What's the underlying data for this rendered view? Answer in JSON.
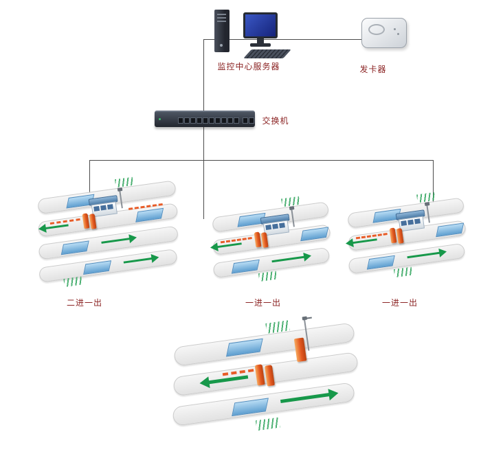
{
  "devices": {
    "server": {
      "label": "监控中心服务器",
      "icon": "desktop-computer-icon"
    },
    "card_issuer": {
      "label": "发卡器",
      "icon": "card-issuer-icon"
    },
    "switch": {
      "label": "交换机",
      "icon": "network-switch-icon"
    }
  },
  "stations": [
    {
      "label": "二进一出",
      "lanes": "2-in-1-out"
    },
    {
      "label": "一进一出",
      "lanes": "1-in-1-out"
    },
    {
      "label": "一进一出",
      "lanes": "1-in-1-out"
    },
    {
      "label": "",
      "lanes": "1-in-1-out"
    }
  ],
  "colors": {
    "label_text": "#8b2323",
    "connector": "#4a4a4a",
    "road": "#ececec",
    "loop_pad": "#5f9fd0",
    "arrow_green": "#17984a",
    "barrier_orange": "#e85c28",
    "bollard_orange": "#e2571f",
    "device_dark": "#343a46"
  }
}
